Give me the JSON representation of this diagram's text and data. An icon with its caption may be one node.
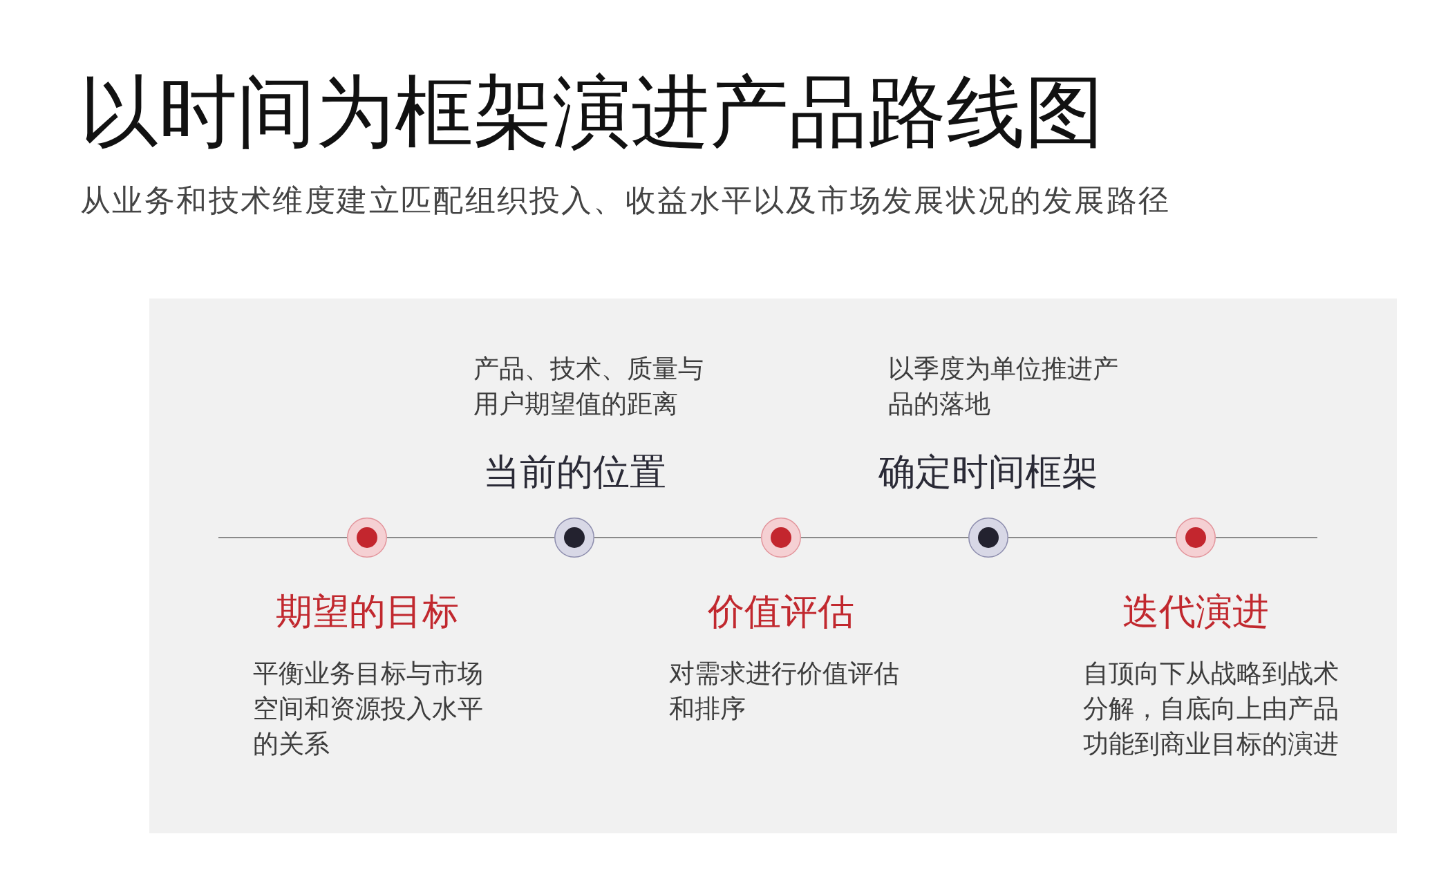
{
  "diagram": {
    "title": "以时间为框架演进产品路线图",
    "nodes": [
      {
        "text": [],
        "shape": "circle",
        "beside": [
          "期望的目标",
          "平衡业务目标与市场空间和资源投入水平的关系"
        ]
      },
      {
        "text": [],
        "shape": "circle",
        "beside": [
          "当前的位置",
          "产品、技术、质量与用户期望值的距离"
        ]
      },
      {
        "text": [],
        "shape": "circle",
        "beside": [
          "价值评估",
          "对需求进行价值评估和排序"
        ]
      },
      {
        "text": [],
        "shape": "circle",
        "beside": [
          "确定时间框架",
          "以季度为单位推进产品的落地"
        ]
      },
      {
        "text": [],
        "shape": "circle",
        "beside": [
          "迭代演进",
          "自顶向下从战略到战术分解，自底向上由产品功能到商业目标的演进"
        ]
      }
    ],
    "edges": [
      {
        "from": null,
        "to": 0,
        "arrow": "none"
      },
      {
        "from": 0,
        "to": 1,
        "arrow": "none"
      },
      {
        "from": 1,
        "to": 2,
        "arrow": "none"
      },
      {
        "from": 2,
        "to": 3,
        "arrow": "none"
      },
      {
        "from": 3,
        "to": 4,
        "arrow": "none"
      },
      {
        "from": 4,
        "to": null,
        "arrow": "none"
      }
    ],
    "labels": [
      "从业务和技术维度建立匹配组织投入、收益水平以及市场发展状况的发展路径"
    ]
  }
}
